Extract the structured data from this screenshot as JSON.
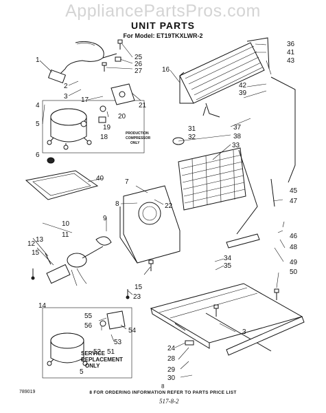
{
  "watermark": "AppliancePartsPros.com",
  "title": "UNIT PARTS",
  "model": "For Model: ET19TKXLWR-2",
  "labels": {
    "production_compressor": [
      "PRODUCTION",
      "COMPRESSOR",
      "ONLY"
    ],
    "service_replacement": [
      "SERVICE",
      "REPLACEMENT",
      "ONLY"
    ]
  },
  "callouts": [
    "1",
    "2",
    "3",
    "4",
    "5",
    "6",
    "7",
    "8",
    "9",
    "10",
    "11",
    "12",
    "13",
    "14",
    "15",
    "16",
    "17",
    "18",
    "19",
    "20",
    "21",
    "22",
    "23",
    "24",
    "25",
    "26",
    "27",
    "28",
    "29",
    "30",
    "31",
    "32",
    "33",
    "34",
    "35",
    "36",
    "37",
    "38",
    "39",
    "40",
    "41",
    "42",
    "43",
    "45",
    "46",
    "47",
    "48",
    "49",
    "50",
    "51",
    "52",
    "53",
    "54",
    "55",
    "56"
  ],
  "footnote": "8  FOR ORDERING INFORMATION REFER TO PARTS PRICE LIST",
  "doc_number": "789019",
  "page_number": "8",
  "handwritten": "517-8-2"
}
